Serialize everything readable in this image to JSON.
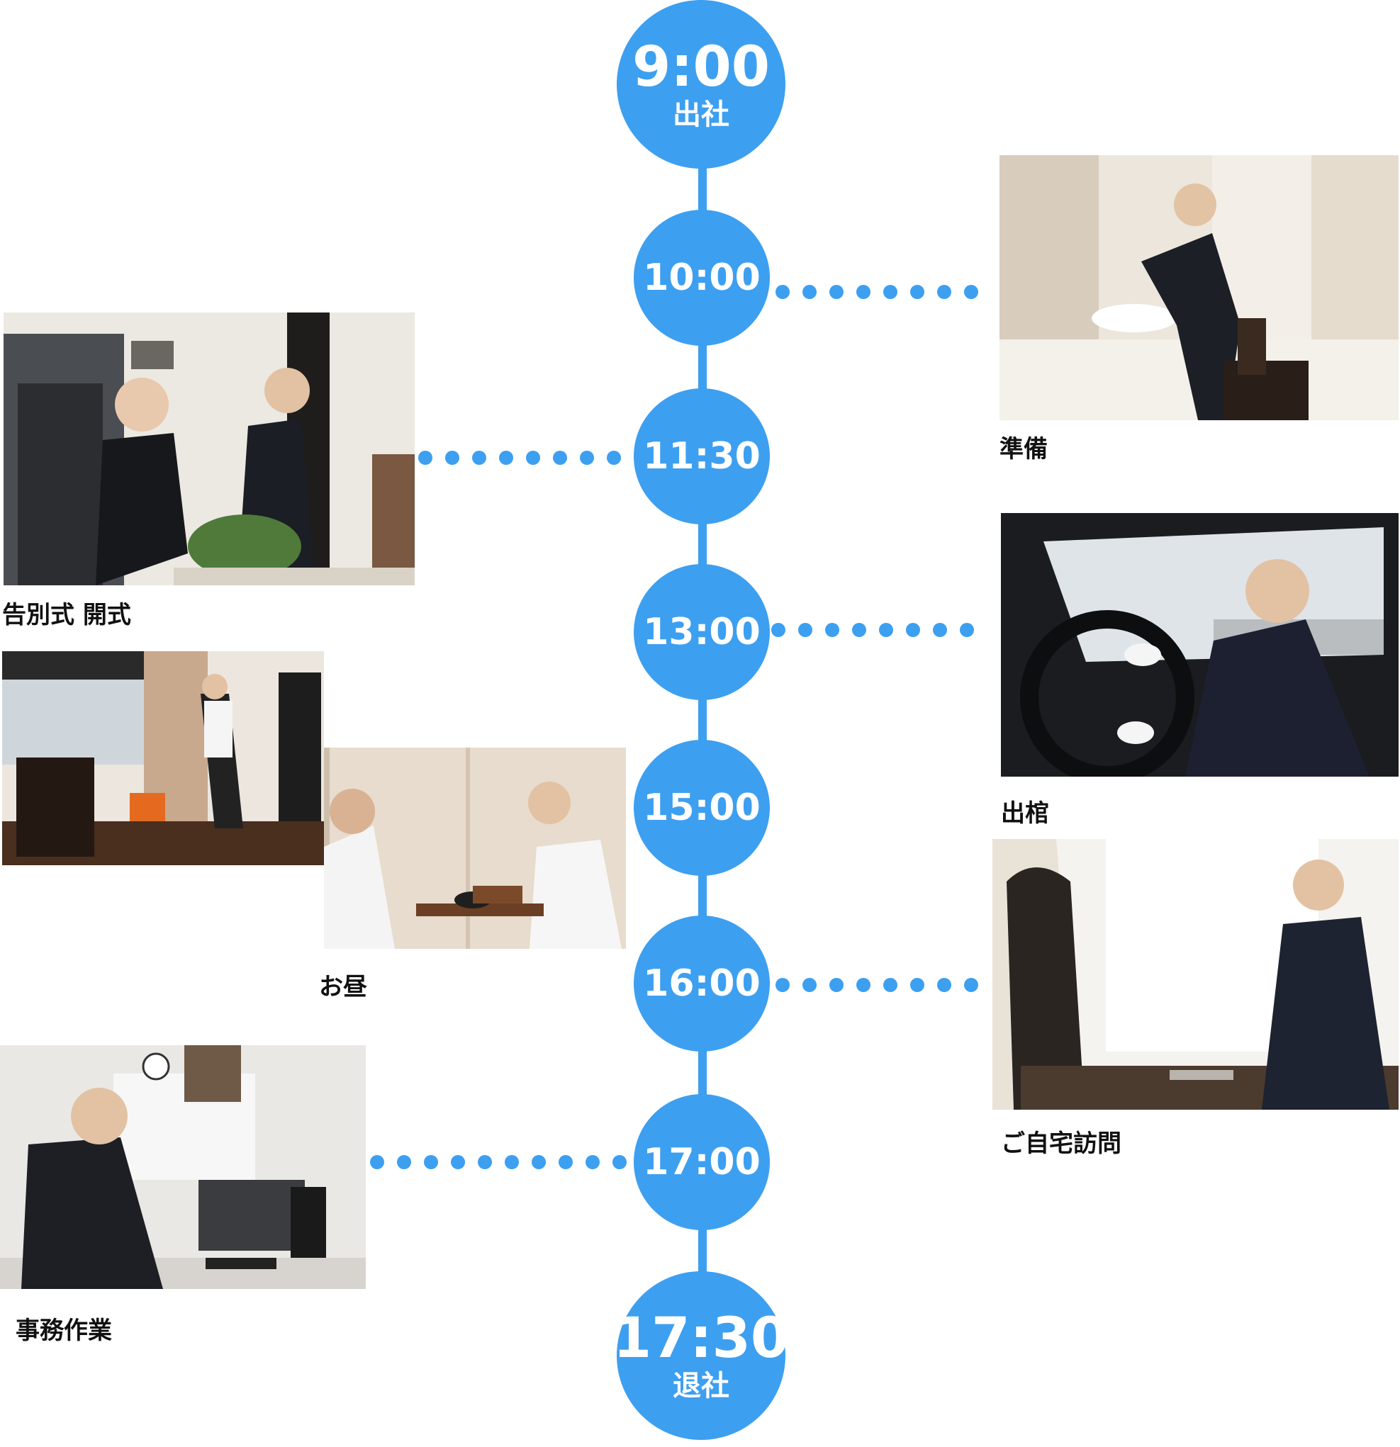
{
  "colors": {
    "accent": "#3d9ff0",
    "caption": "#111111"
  },
  "nodes": [
    {
      "time": "9:00",
      "sub": "出社"
    },
    {
      "time": "10:00"
    },
    {
      "time": "11:30"
    },
    {
      "time": "13:00"
    },
    {
      "time": "15:00"
    },
    {
      "time": "16:00"
    },
    {
      "time": "17:00"
    },
    {
      "time": "17:30",
      "sub": "退社"
    }
  ],
  "captions": {
    "prep": "準備",
    "ceremony": "告別式 開式",
    "hearse": "出棺",
    "lunch": "お昼",
    "visit": "ご自宅訪問",
    "office": "事務作業"
  }
}
